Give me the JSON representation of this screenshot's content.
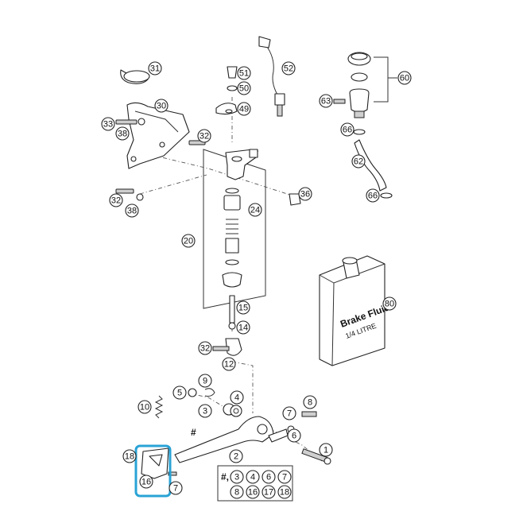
{
  "highlight": {
    "color": "#29a3d6"
  },
  "container": {
    "label": "Brake Fluid",
    "volume": "1/4 LITRE"
  },
  "kit": {
    "prefix": "#,",
    "row1": [
      "3",
      "4",
      "6",
      "7"
    ],
    "row2": [
      "8",
      "16",
      "17",
      "18"
    ]
  },
  "markers": {
    "hash": "#"
  },
  "callouts": [
    {
      "id": "c31",
      "label": "31"
    },
    {
      "id": "c30",
      "label": "30"
    },
    {
      "id": "c33",
      "label": "33"
    },
    {
      "id": "c38a",
      "label": "38"
    },
    {
      "id": "c32a",
      "label": "32"
    },
    {
      "id": "c32b",
      "label": "32"
    },
    {
      "id": "c38b",
      "label": "38"
    },
    {
      "id": "c51",
      "label": "51"
    },
    {
      "id": "c50",
      "label": "50"
    },
    {
      "id": "c49",
      "label": "49"
    },
    {
      "id": "c52",
      "label": "52"
    },
    {
      "id": "c60",
      "label": "60"
    },
    {
      "id": "c63",
      "label": "63"
    },
    {
      "id": "c66a",
      "label": "66"
    },
    {
      "id": "c62",
      "label": "62"
    },
    {
      "id": "c66b",
      "label": "66"
    },
    {
      "id": "c36",
      "label": "36"
    },
    {
      "id": "c24",
      "label": "24"
    },
    {
      "id": "c20",
      "label": "20"
    },
    {
      "id": "c80",
      "label": "80"
    },
    {
      "id": "c15",
      "label": "15"
    },
    {
      "id": "c14",
      "label": "14"
    },
    {
      "id": "c32c",
      "label": "32"
    },
    {
      "id": "c12",
      "label": "12"
    },
    {
      "id": "c9",
      "label": "9"
    },
    {
      "id": "c5",
      "label": "5"
    },
    {
      "id": "c4",
      "label": "4"
    },
    {
      "id": "c3",
      "label": "3"
    },
    {
      "id": "c10",
      "label": "10"
    },
    {
      "id": "c8",
      "label": "8"
    },
    {
      "id": "c7",
      "label": "7"
    },
    {
      "id": "c6",
      "label": "6"
    },
    {
      "id": "c1",
      "label": "1"
    },
    {
      "id": "c2",
      "label": "2"
    },
    {
      "id": "c18",
      "label": "18"
    },
    {
      "id": "c16",
      "label": "16"
    },
    {
      "id": "c17",
      "label": "7"
    }
  ]
}
